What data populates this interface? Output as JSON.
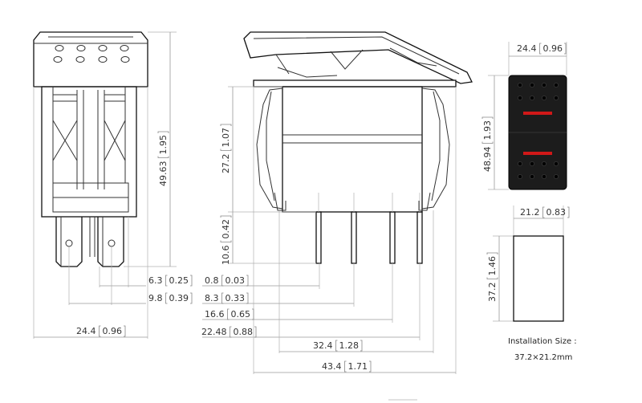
{
  "dimensions": {
    "front_height": {
      "value": "49.63",
      "imperial": "1.95"
    },
    "front_width": {
      "value": "24.4",
      "imperial": "0.96"
    },
    "front_pin_gap_inner": {
      "value": "6.3",
      "imperial": "0.25"
    },
    "front_pin_gap_outer": {
      "value": "9.8",
      "imperial": "0.39"
    },
    "side_body_height": {
      "value": "27.2",
      "imperial": "1.07"
    },
    "side_pin_length": {
      "value": "10.6",
      "imperial": "0.42"
    },
    "side_pin_offset_1": {
      "value": "0.8",
      "imperial": "0.03"
    },
    "side_pin_offset_2": {
      "value": "8.3",
      "imperial": "0.33"
    },
    "side_pin_offset_3": {
      "value": "16.6",
      "imperial": "0.65"
    },
    "side_pin_offset_4": {
      "value": "22.48",
      "imperial": "0.88"
    },
    "side_body_width": {
      "value": "32.4",
      "imperial": "1.28"
    },
    "side_total_width": {
      "value": "43.4",
      "imperial": "1.71"
    },
    "top_width": {
      "value": "24.4",
      "imperial": "0.96"
    },
    "top_height": {
      "value": "48.94",
      "imperial": "1.93"
    },
    "cutout_width": {
      "value": "21.2",
      "imperial": "0.83"
    },
    "cutout_height": {
      "value": "37.2",
      "imperial": "1.46"
    }
  },
  "installation": {
    "label": "Installation Size :",
    "size": "37.2×21.2mm"
  },
  "colors": {
    "line": "#111111",
    "dimension": "#9a9a9a",
    "switch_face": "#1c1c1c",
    "indicator": "#d01818",
    "text": "#333333"
  }
}
